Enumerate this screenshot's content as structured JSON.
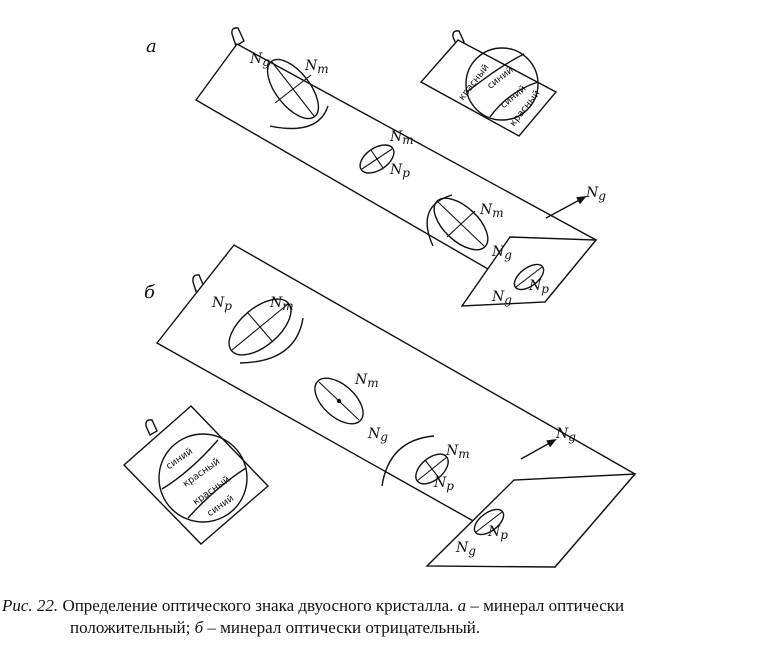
{
  "figure": {
    "panel_a": "а",
    "panel_b": "б",
    "caption": {
      "fig_num": "Рис. 22.",
      "line1_text": " Определение оптического знака двуосного кристалла. ",
      "a_letter": "а",
      "a_text": " – минерал оптически",
      "line2_text": "положительный; ",
      "b_letter": "б",
      "b_text": " – минерал оптически отрицательный."
    }
  },
  "labels": {
    "ng": "Ng",
    "nm": "Nm",
    "np": "Np"
  },
  "words": {
    "blue": "синий",
    "red": "красный"
  }
}
